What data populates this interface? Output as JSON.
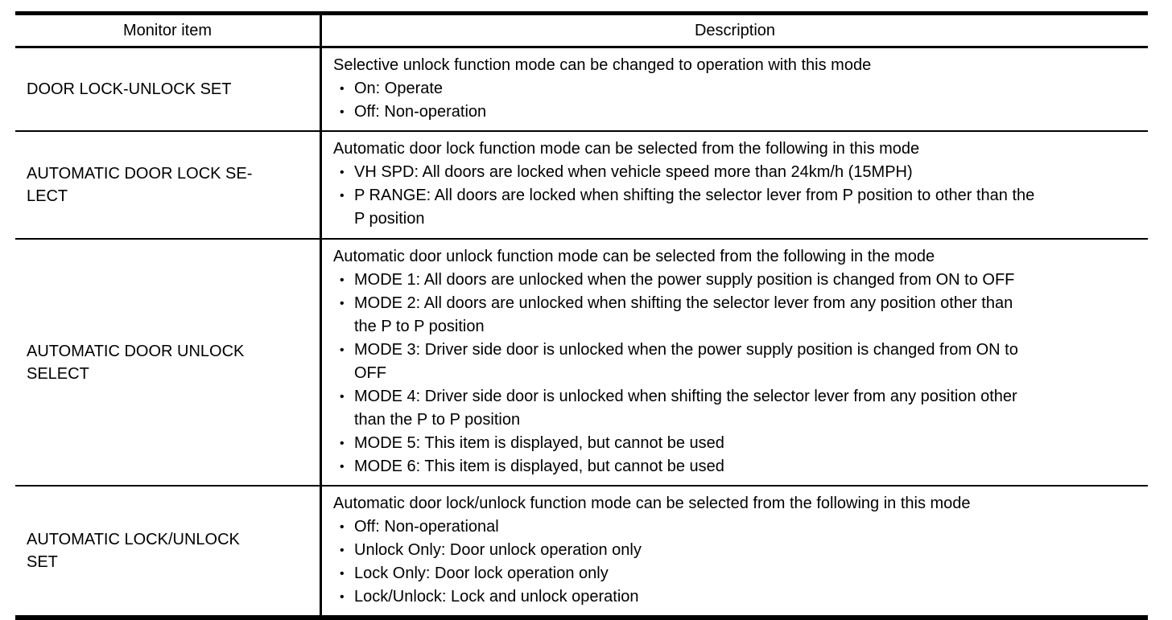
{
  "glyphs": {
    "bullet": "•"
  },
  "colors": {
    "border": "#000000",
    "text": "#000000",
    "background": "#ffffff"
  },
  "table": {
    "headers": {
      "monitor_item": "Monitor item",
      "description": "Description"
    },
    "rows": [
      {
        "item": "DOOR LOCK-UNLOCK SET",
        "intro": "Selective unlock function mode can be changed to operation with this mode",
        "bullets": [
          "On: Operate",
          "Off: Non-operation"
        ]
      },
      {
        "item": "AUTOMATIC DOOR LOCK SE-\nLECT",
        "intro": "Automatic door lock function mode can be selected from the following in this mode",
        "bullets": [
          "VH SPD: All doors are locked when vehicle speed more than 24km/h (15MPH)",
          "P RANGE: All doors are locked when shifting the selector lever from P position to other than the\nP position"
        ]
      },
      {
        "item": "AUTOMATIC DOOR UNLOCK\nSELECT",
        "intro": "Automatic door unlock function mode can be selected from the following in the mode",
        "bullets": [
          "MODE 1: All doors are unlocked when the power supply position is changed from ON to OFF",
          "MODE 2: All doors are unlocked when shifting the selector lever from any position other than\nthe P to P position",
          "MODE 3: Driver side door is unlocked when the power supply position is changed from ON to\nOFF",
          "MODE 4: Driver side door is unlocked when shifting the selector lever from any position other\nthan the P to P position",
          "MODE 5: This item is displayed, but cannot be used",
          "MODE 6: This item is displayed, but cannot be used"
        ]
      },
      {
        "item": "AUTOMATIC LOCK/UNLOCK\nSET",
        "intro": "Automatic door lock/unlock function mode can be selected from the following in this mode",
        "bullets": [
          "Off: Non-operational",
          "Unlock Only: Door unlock operation only",
          "Lock Only: Door lock operation only",
          "Lock/Unlock: Lock and unlock operation"
        ]
      }
    ]
  }
}
